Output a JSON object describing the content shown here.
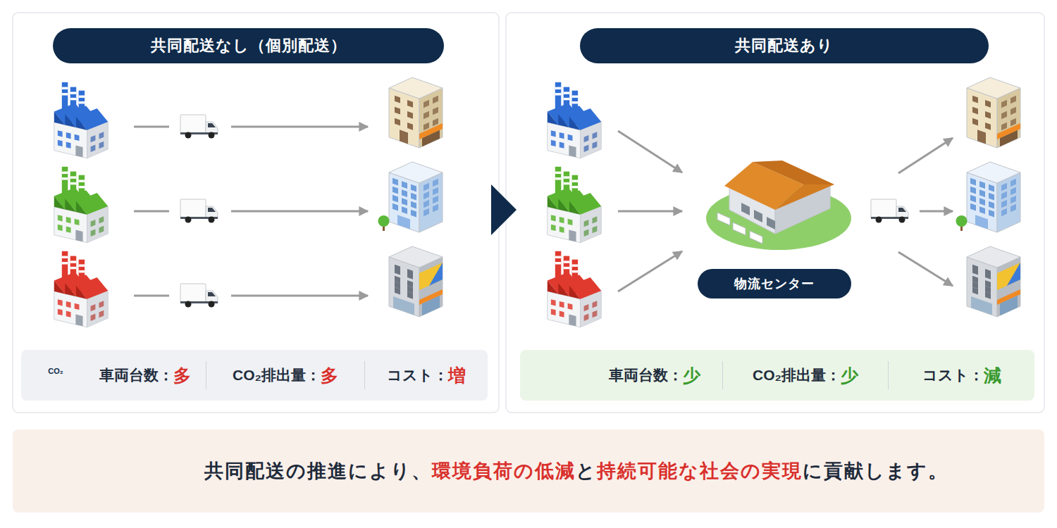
{
  "diagram": {
    "nodes": [
      {
        "text": [
          "共同配送なし（個別配送）"
        ]
      },
      {
        "text": [
          "車両台数：",
          "多",
          "CO₂排出量：",
          "多",
          "コスト：",
          "増"
        ]
      },
      {
        "text": [
          "共同配送あり"
        ]
      },
      {
        "text": [
          "物流センター"
        ]
      },
      {
        "text": [
          "車両台数：",
          "少",
          "CO₂排出量：",
          "少",
          "コスト：",
          "減"
        ]
      },
      {
        "text": [
          "共同配送の推進により、",
          "環境負荷の低減",
          "と",
          "持続可能な社会の実現",
          "に貢献します。"
        ]
      }
    ],
    "labels": [
      "CO₂"
    ]
  }
}
